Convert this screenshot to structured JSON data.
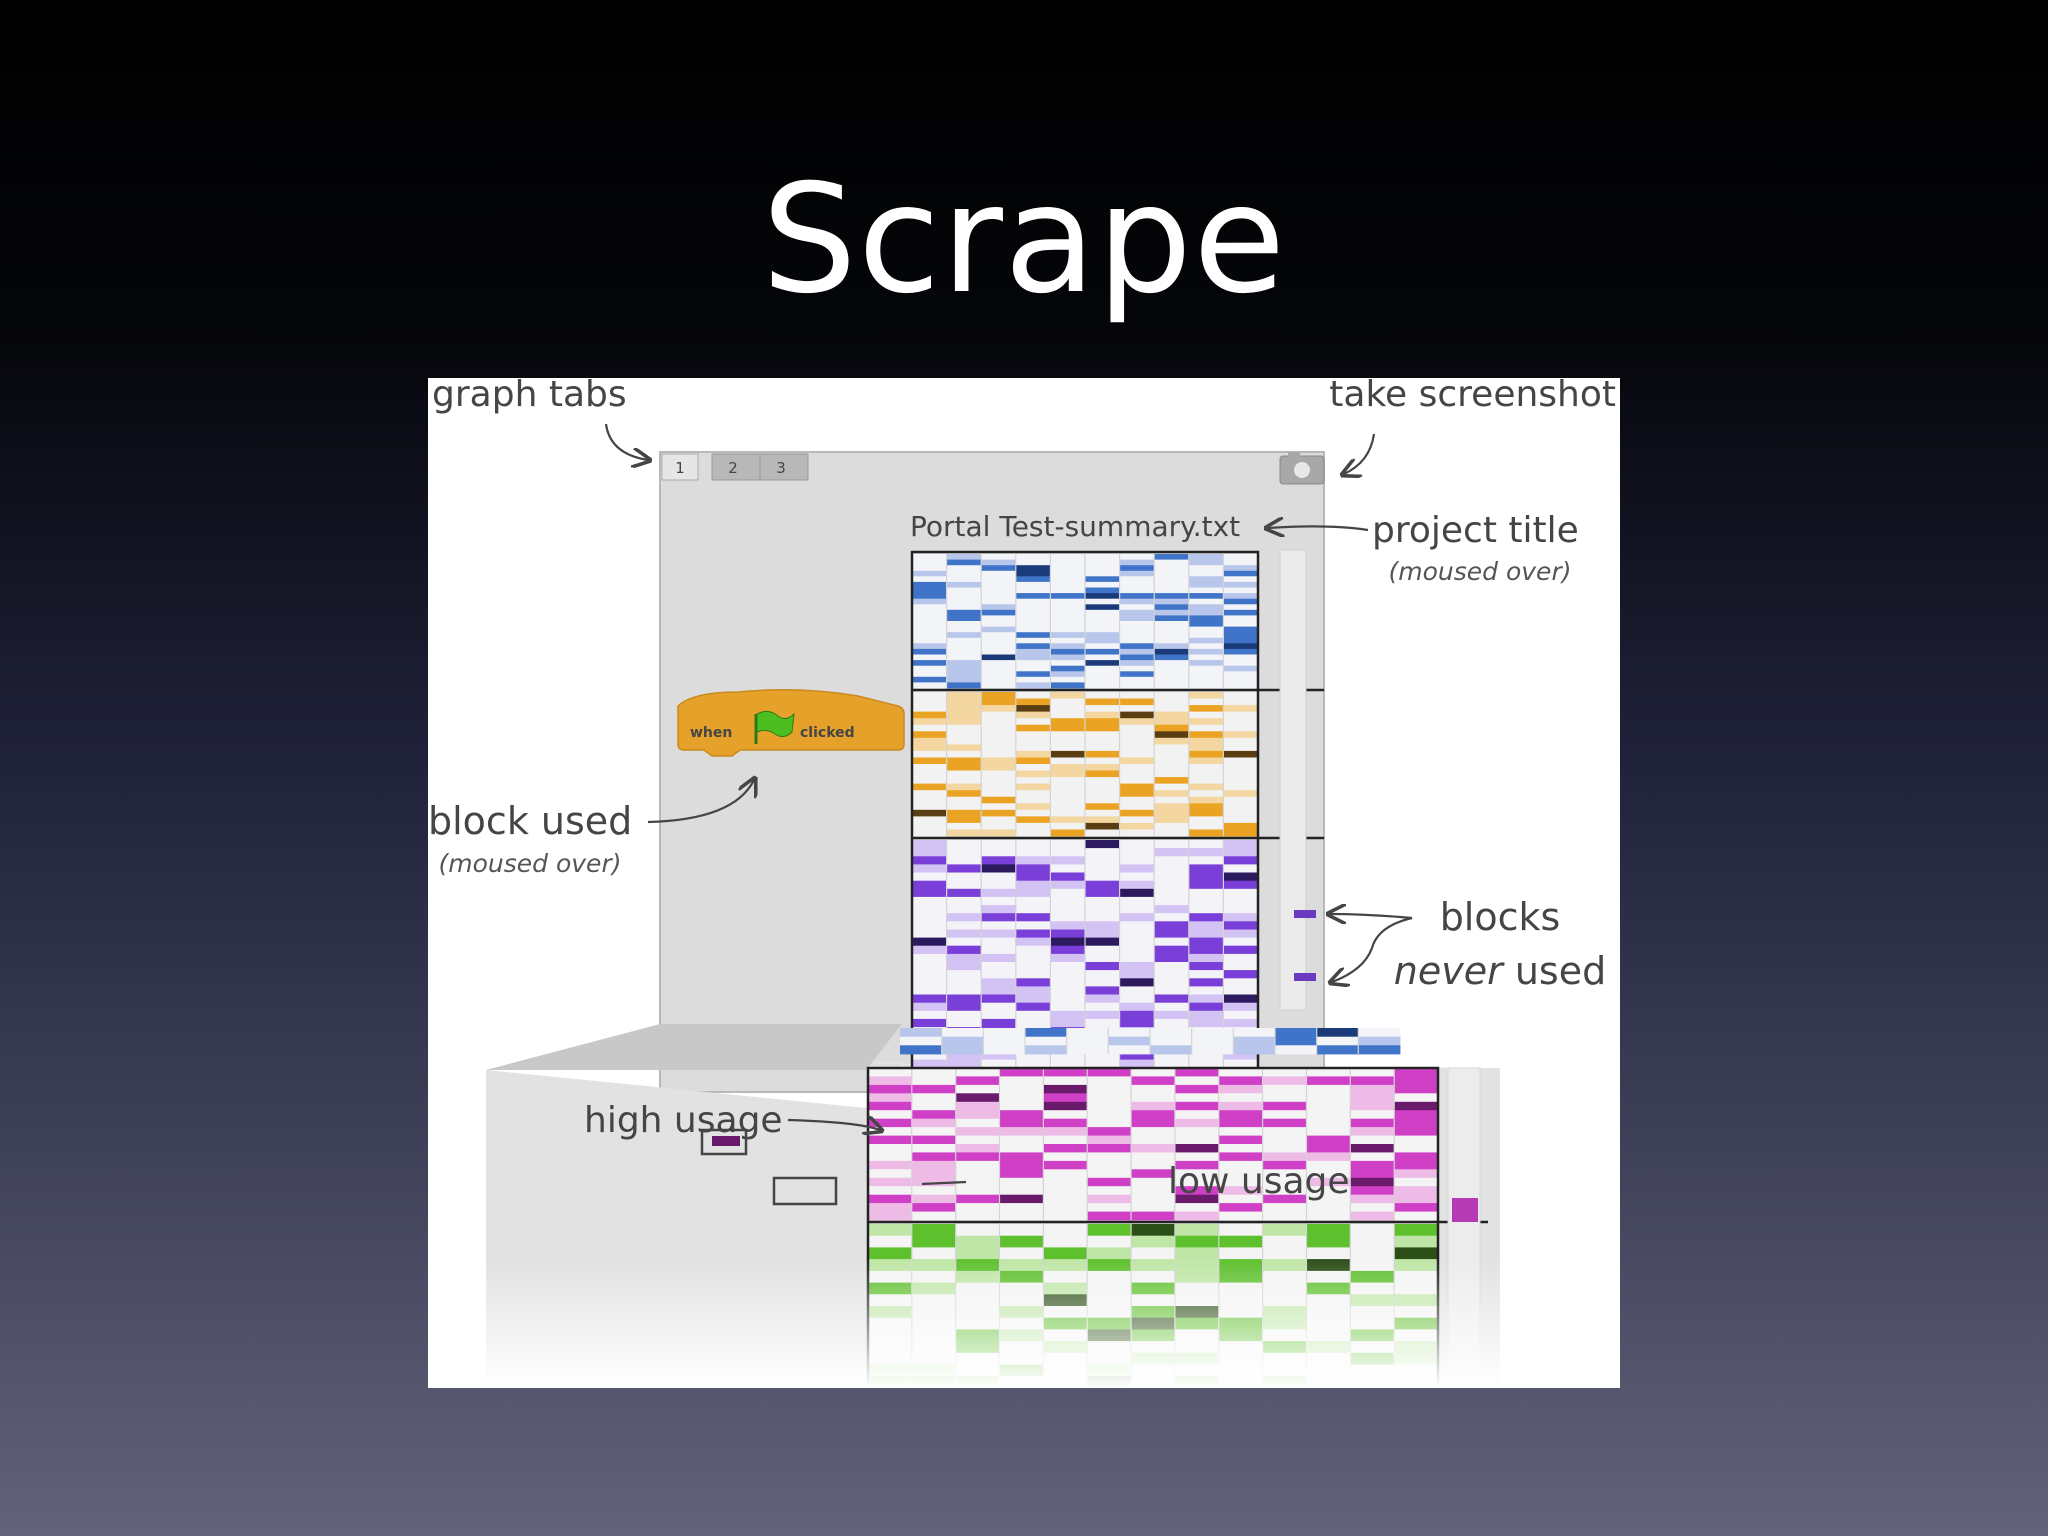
{
  "slide": {
    "title": "Scrape"
  },
  "figure": {
    "annotations": {
      "graph_tabs": "graph tabs",
      "take_screenshot": "take screenshot",
      "project_title": "project title",
      "project_title_note": "(moused over)",
      "block_used": "block used",
      "block_used_note": "(moused over)",
      "blocks": "blocks",
      "never": "never",
      "used": " used",
      "high_usage": "high usage",
      "low_usage": "low usage"
    },
    "tabs": [
      "1",
      "2",
      "3"
    ],
    "project_name": "Portal Test-summary.txt",
    "block": {
      "when": "when",
      "clicked": "clicked"
    }
  },
  "colors": {
    "motion": [
      "#f2f4f8",
      "#b7c6ea",
      "#3f74c8",
      "#1a3a7a"
    ],
    "control": [
      "#f2f2f2",
      "#f3d6a0",
      "#eaa322",
      "#5a3d12"
    ],
    "looks": [
      "#f4f3f8",
      "#d3c2f4",
      "#7a3ed9",
      "#2c1a5e"
    ],
    "sound": [
      "#f4f4f4",
      "#edbbe6",
      "#d040c7",
      "#6a1a6a"
    ],
    "operators": [
      "#f4f4f4",
      "#bfe6a6",
      "#5fc02e",
      "#2c4f18"
    ],
    "block_orange": "#e6a12b"
  }
}
